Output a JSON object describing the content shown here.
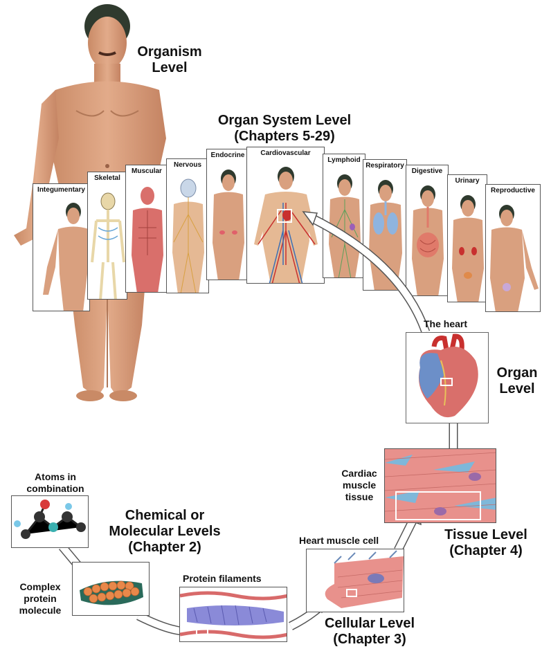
{
  "levels": {
    "organism": [
      "Organism",
      "Level"
    ],
    "organ_system": [
      "Organ System Level",
      "(Chapters 5-29)"
    ],
    "organ": [
      "Organ",
      "Level"
    ],
    "tissue": [
      "Tissue Level",
      "(Chapter 4)"
    ],
    "cellular": [
      "Cellular Level",
      "(Chapter 3)"
    ],
    "chemical": [
      "Chemical or",
      "Molecular Levels",
      "(Chapter 2)"
    ]
  },
  "labels": {
    "heart": "The heart",
    "cardiac_tissue": [
      "Cardiac",
      "muscle",
      "tissue"
    ],
    "heart_cell": "Heart muscle cell",
    "protein_filaments": "Protein filaments",
    "atoms": [
      "Atoms in",
      "combination"
    ],
    "complex_protein": [
      "Complex",
      "protein",
      "molecule"
    ]
  },
  "organ_systems": [
    "Integumentary",
    "Skeletal",
    "Muscular",
    "Nervous",
    "Endocrine",
    "Cardiovascular",
    "Lymphoid",
    "Respiratory",
    "Digestive",
    "Urinary",
    "Reproductive"
  ],
  "colors": {
    "skin": "#d9a07f",
    "skin_shadow": "#b87a5a",
    "hair": "#2f3a2e",
    "muscle": "#d96f6b",
    "blood_red": "#c8302e",
    "vein_blue": "#3b6fb5",
    "arrow_fill": "#ffffff",
    "arrow_stroke": "#555555"
  }
}
